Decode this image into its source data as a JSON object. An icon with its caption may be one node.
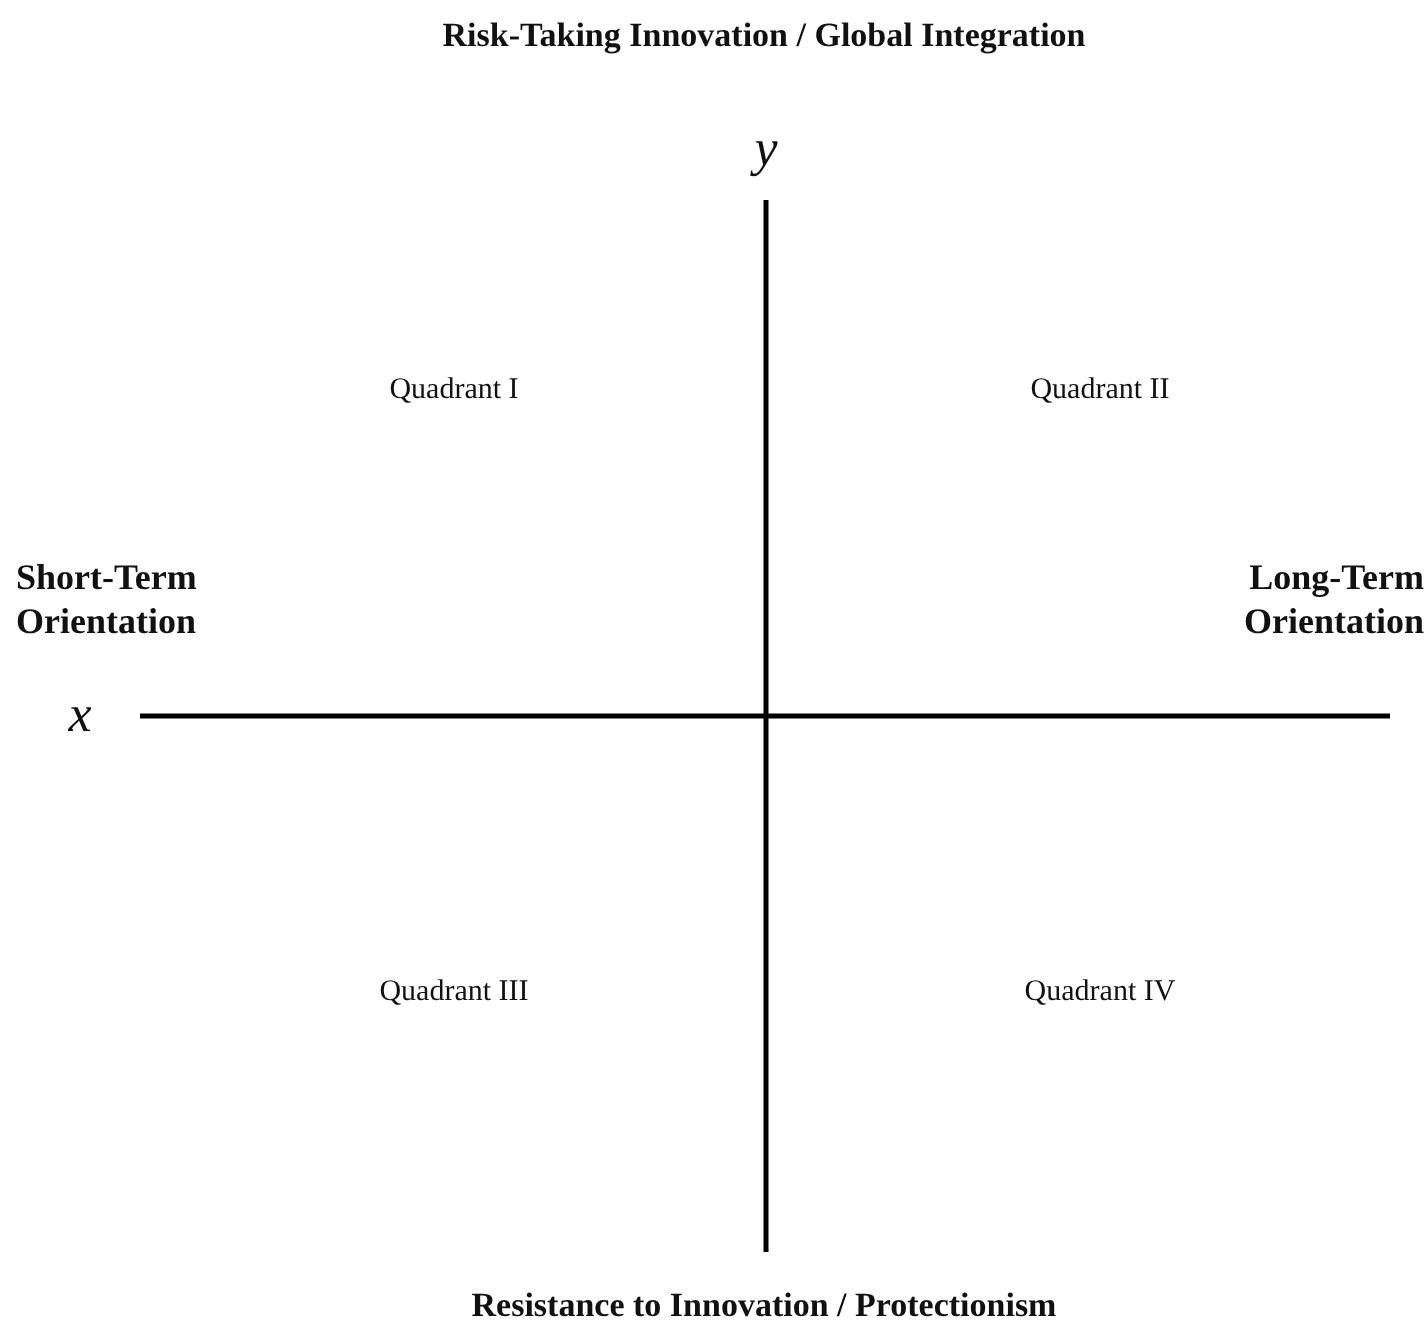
{
  "diagram": {
    "labels": [
      "Risk-Taking Innovation / Global Integration",
      "y",
      "Quadrant I",
      "Quadrant II",
      "Short-Term Orientation",
      "Long-Term Orientation",
      "x",
      "Quadrant III",
      "Quadrant IV",
      "Resistance to Innovation / Protectionism"
    ]
  }
}
